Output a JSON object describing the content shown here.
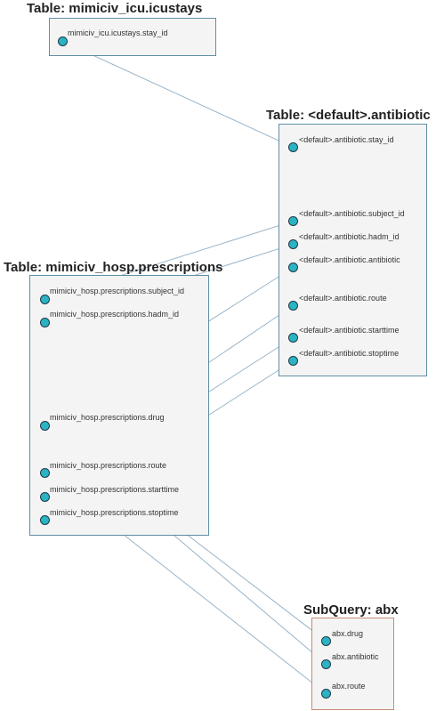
{
  "tables": {
    "icustays": {
      "title": "Table: mimiciv_icu.icustays",
      "columns": [
        "mimiciv_icu.icustays.stay_id"
      ]
    },
    "antibiotic": {
      "title": "Table: <default>.antibiotic",
      "columns": [
        "<default>.antibiotic.stay_id",
        "<default>.antibiotic.subject_id",
        "<default>.antibiotic.hadm_id",
        "<default>.antibiotic.antibiotic",
        "<default>.antibiotic.route",
        "<default>.antibiotic.starttime",
        "<default>.antibiotic.stoptime"
      ]
    },
    "prescriptions": {
      "title": "Table: mimiciv_hosp.prescriptions",
      "columns": [
        "mimiciv_hosp.prescriptions.subject_id",
        "mimiciv_hosp.prescriptions.hadm_id",
        "mimiciv_hosp.prescriptions.drug",
        "mimiciv_hosp.prescriptions.route",
        "mimiciv_hosp.prescriptions.starttime",
        "mimiciv_hosp.prescriptions.stoptime"
      ]
    },
    "abx": {
      "title": "SubQuery: abx",
      "columns": [
        "abx.drug",
        "abx.antibiotic",
        "abx.route"
      ]
    }
  },
  "edges": [
    {
      "from": "icustays.0",
      "to": "antibiotic.0"
    },
    {
      "from": "prescriptions.0",
      "to": "antibiotic.1"
    },
    {
      "from": "prescriptions.1",
      "to": "antibiotic.2"
    },
    {
      "from": "prescriptions.2",
      "to": "antibiotic.3"
    },
    {
      "from": "prescriptions.3",
      "to": "antibiotic.4"
    },
    {
      "from": "prescriptions.4",
      "to": "antibiotic.5"
    },
    {
      "from": "prescriptions.5",
      "to": "antibiotic.6"
    },
    {
      "from": "prescriptions.2",
      "to": "abx.0"
    },
    {
      "from": "prescriptions.2",
      "to": "abx.1"
    },
    {
      "from": "prescriptions.3",
      "to": "abx.2"
    }
  ],
  "colors": {
    "edge": "#9ab4c8",
    "dot_fill": "#2bb3c4",
    "table_border": "#5f8fa3",
    "subquery_border": "#c98a76"
  }
}
